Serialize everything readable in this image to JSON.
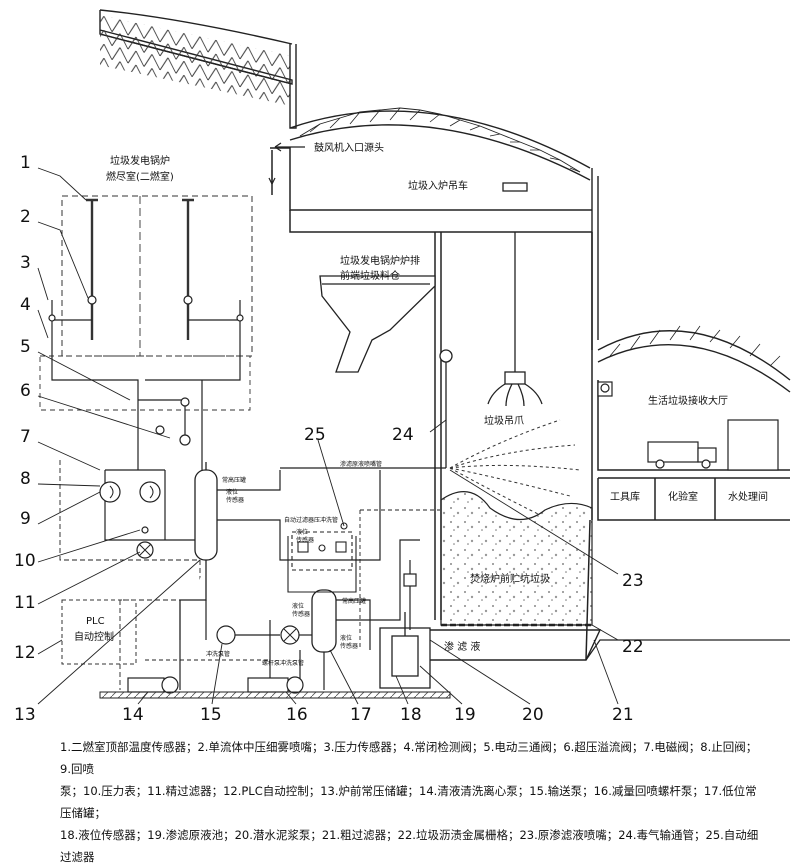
{
  "labels": {
    "furnace_title_1": "垃圾发电锅炉",
    "furnace_title_2": "燃尽室(二燃室)",
    "fan_inlet": "鼓风机入口源头",
    "crane": "垃圾入炉吊车",
    "hopper_1": "垃圾发电锅炉炉排",
    "hopper_2": "前端垃圾料仓",
    "grab": "垃圾吊爪",
    "hall": "生活垃圾接收大厅",
    "room_tools": "工具库",
    "room_lab": "化验室",
    "room_water": "水处理间",
    "pit": "焚烧炉前贮坑垃圾",
    "leachate": "渗 滤 液",
    "plc_1": "PLC",
    "plc_2": "自动控制",
    "pipe_spray": "渗滤原液喷嘴管",
    "pipe_filter": "自动过滤器压冲洗管",
    "pipe_tank1": "常高压罐",
    "pipe_tank2": "常高压罐",
    "pipe_flush": "冲洗泵管",
    "pipe_screw": "螺杆泵冲洗泵管",
    "level_1": "液位",
    "level_2": "传感器",
    "level_3": "液位",
    "level_4": "传感器",
    "level_5": "液位",
    "level_6": "传感器",
    "level_7": "液位",
    "level_8": "传感器"
  },
  "callouts": [
    "1",
    "2",
    "3",
    "4",
    "5",
    "6",
    "7",
    "8",
    "9",
    "10",
    "11",
    "12",
    "13",
    "14",
    "15",
    "16",
    "17",
    "18",
    "19",
    "20",
    "21",
    "22",
    "23",
    "24",
    "25"
  ],
  "legend_lines": [
    "1.二燃室顶部温度传感器；2.单流体中压细雾喷嘴；3.压力传感器；4.常闭检测阀；5.电动三通阀；6.超压溢流阀；7.电磁阀；8.止回阀；9.回喷",
    "泵；10.压力表；11.精过滤器；12.PLC自动控制；13.炉前常压储罐；14.清液清洗离心泵；15.输送泵；16.减量回喷螺杆泵；17.低位常压储罐；",
    "18.液位传感器；19.渗滤原液池；20.潜水泥浆泵；21.粗过滤器；22.垃圾沥渍金属栅格；23.原渗滤液喷嘴；24.毒气输通管；25.自动细过滤器"
  ]
}
